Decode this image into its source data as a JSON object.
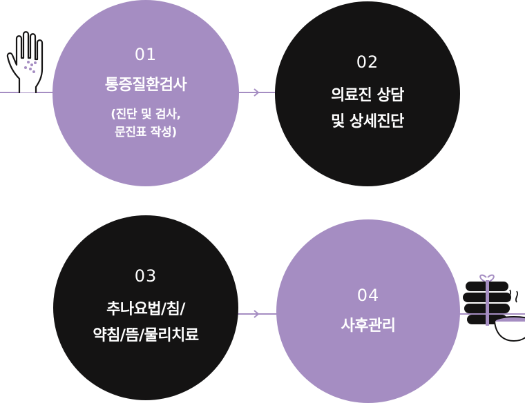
{
  "colors": {
    "accent": "#a58dc2",
    "dark": "#141313",
    "white": "#ffffff"
  },
  "steps": [
    {
      "number": "01",
      "title": "통증질환검사",
      "subtitle": "(진단 및 검사,\n문진표 작성)"
    },
    {
      "number": "02",
      "title": "의료진 상담\n및 상세진단"
    },
    {
      "number": "03",
      "title": "추나요법/침/\n약침/뜸/물리치료"
    },
    {
      "number": "04",
      "title": "사후관리"
    }
  ],
  "icons": {
    "step1": "hand-icon",
    "step4": "herbal-medicine-icon"
  }
}
